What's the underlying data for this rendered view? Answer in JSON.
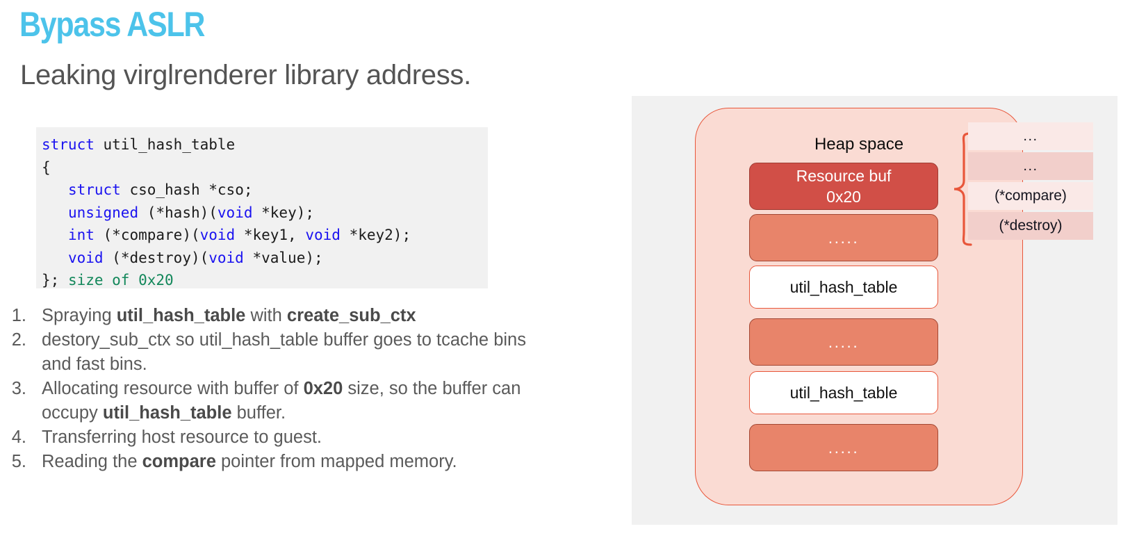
{
  "slide": {
    "title": "Bypass ASLR",
    "title_color": "#4cc3ea",
    "subtitle": "Leaking virglrenderer library address."
  },
  "code_block": {
    "background": "#f1f1f1",
    "keyword_color": "#1a12f0",
    "comment_color": "#12875a",
    "lines": [
      "struct util_hash_table",
      "{",
      "   struct cso_hash *cso;",
      "   unsigned (*hash)(void *key);",
      "   int (*compare)(void *key1, void *key2);",
      "   void (*destroy)(void *value);",
      "}; size of 0x20"
    ],
    "tokens": {
      "struct": "struct",
      "util_hash_table": "util_hash_table",
      "open_brace": "{",
      "cso_hash": "cso_hash",
      "cso_field": "*cso;",
      "unsigned": "unsigned",
      "hash_field": "(*hash)(",
      "void": "void",
      "key": "*key);",
      "int": "int",
      "compare_field": "(*compare)(",
      "key1": "*key1, ",
      "key2": "*key2);",
      "destroy_field": "(*destroy)(",
      "value": "*value);",
      "close_brace": "};",
      "size_comment": "size of 0x20"
    }
  },
  "steps": [
    {
      "number": "1.",
      "parts": [
        {
          "t": "Spraying ",
          "b": false
        },
        {
          "t": "util_hash_table",
          "b": true
        },
        {
          "t": " with ",
          "b": false
        },
        {
          "t": "create_sub_ctx",
          "b": true
        }
      ]
    },
    {
      "number": "2.",
      "parts": [
        {
          "t": "destory_sub_ctx so util_hash_table buffer goes to tcache bins and fast bins.",
          "b": false
        }
      ]
    },
    {
      "number": "3.",
      "parts": [
        {
          "t": "Allocating resource with buffer of ",
          "b": false
        },
        {
          "t": "0x20",
          "b": true
        },
        {
          "t": " size, so the buffer can occupy ",
          "b": false
        },
        {
          "t": "util_hash_table",
          "b": true
        },
        {
          "t": " buffer.",
          "b": false
        }
      ]
    },
    {
      "number": "4.",
      "parts": [
        {
          "t": "Transferring host resource to guest.",
          "b": false
        }
      ]
    },
    {
      "number": "5.",
      "parts": [
        {
          "t": "Reading the ",
          "b": false
        },
        {
          "t": "compare",
          "b": true
        },
        {
          "t": " pointer from mapped memory.",
          "b": false
        }
      ]
    }
  ],
  "diagram": {
    "panel_background": "#f1f1f1",
    "heap_label": "Heap space",
    "heap_fill": "#fadbd3",
    "heap_border": "#e8563a",
    "blocks": [
      {
        "kind": "resource",
        "line1": "Resource buf",
        "line2": "0x20",
        "fill": "#d14f47"
      },
      {
        "kind": "filler",
        "line1": ".....",
        "line2": "",
        "fill": "#e8846a"
      },
      {
        "kind": "uht",
        "line1": "util_hash_table",
        "line2": "",
        "fill": "#ffffff"
      },
      {
        "kind": "filler",
        "line1": ".....",
        "line2": "",
        "fill": "#e8846a"
      },
      {
        "kind": "uht",
        "line1": "util_hash_table",
        "line2": "",
        "fill": "#ffffff"
      },
      {
        "kind": "filler",
        "line1": ".....",
        "line2": "",
        "fill": "#e8846a"
      }
    ],
    "brace_color": "#e8563a",
    "struct_rows": [
      {
        "label": "...",
        "shade": "light"
      },
      {
        "label": "...",
        "shade": "dark"
      },
      {
        "label": "(*compare)",
        "shade": "light"
      },
      {
        "label": "(*destroy)",
        "shade": "dark"
      }
    ]
  }
}
